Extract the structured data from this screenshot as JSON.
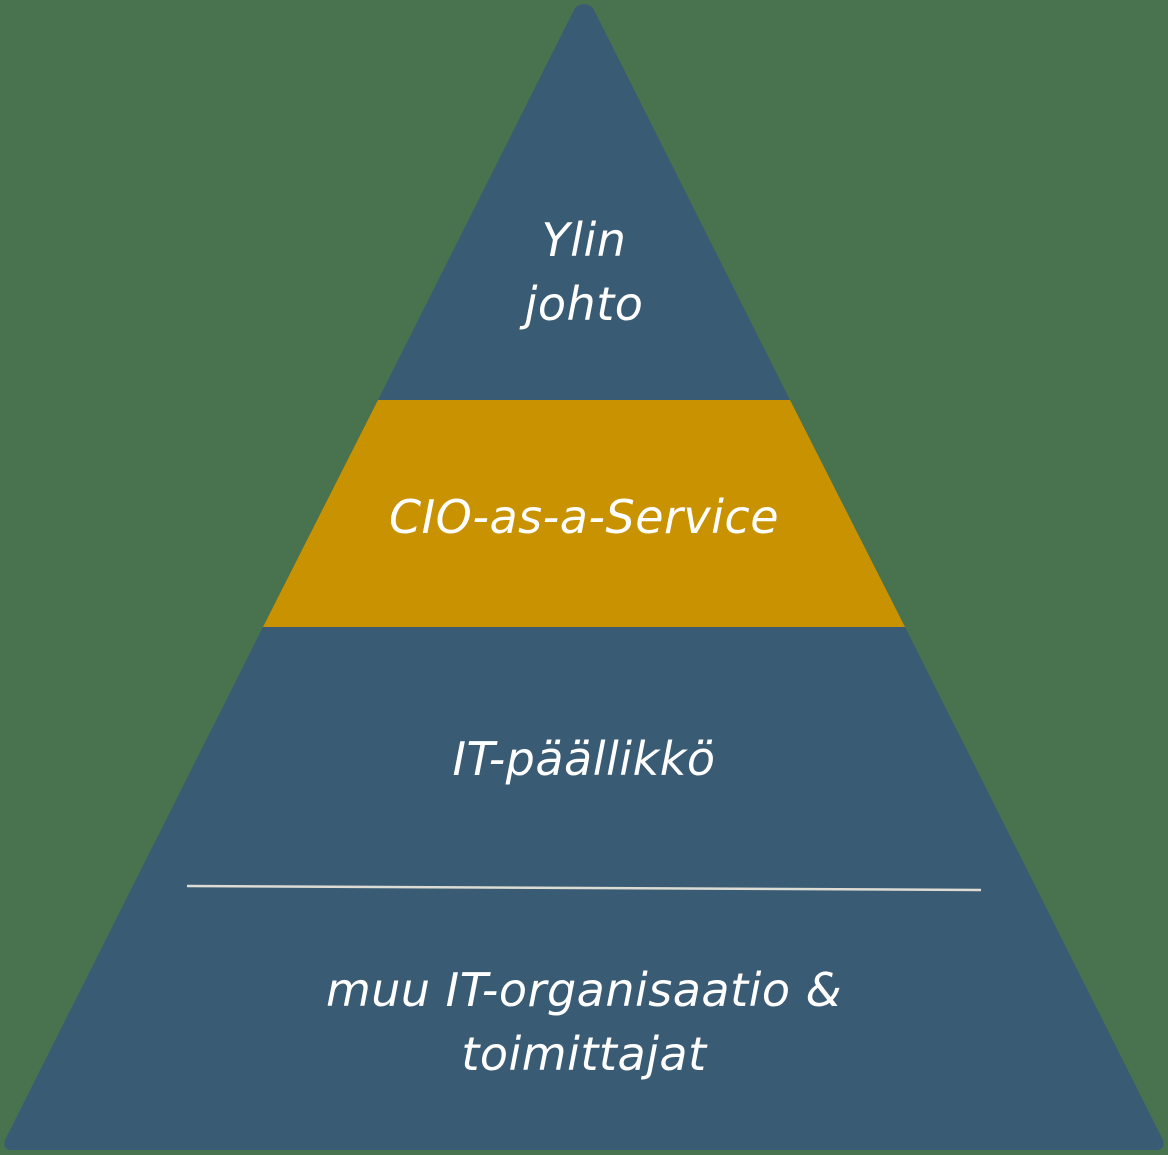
{
  "diagram": {
    "type": "pyramid",
    "colors": {
      "background": "#48734e",
      "tier": "#3a5b74",
      "highlight": "#c99200",
      "divider": "#dcdcd4",
      "text": "#ffffff"
    },
    "tiers": [
      {
        "line1": "Ylin",
        "line2": "johto"
      },
      {
        "line1": "CIO-as-a-Service"
      },
      {
        "line1": "IT-päällikkö"
      },
      {
        "line1": "muu IT-organisaatio &",
        "line2": "toimittajat"
      }
    ]
  }
}
